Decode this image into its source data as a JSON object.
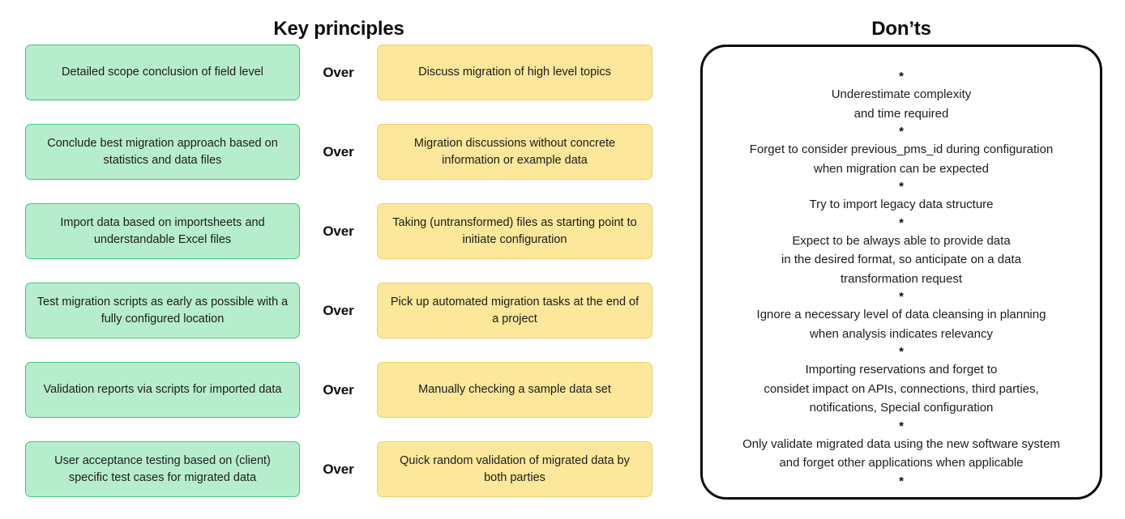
{
  "key_principles": {
    "title": "Key principles",
    "over_label": "Over",
    "rows": [
      {
        "do": "Detailed scope conclusion of field level",
        "over": "Over",
        "dont": "Discuss migration of high level topics"
      },
      {
        "do": "Conclude best migration approach based on statistics and data files",
        "over": "Over",
        "dont": "Migration discussions without concrete information or example data"
      },
      {
        "do": "Import data based on importsheets and understandable Excel files",
        "over": "Over",
        "dont": "Taking (untransformed) files as starting point to initiate configuration"
      },
      {
        "do": "Test migration scripts as early as possible with a fully configured location",
        "over": "Over",
        "dont": "Pick up automated migration tasks at the end of a project"
      },
      {
        "do": "Validation reports via scripts for imported data",
        "over": "Over",
        "dont": "Manually checking a sample data set"
      },
      {
        "do": "User acceptance testing based on (client) specific test cases for migrated data",
        "over": "Over",
        "dont": "Quick random validation of migrated data by both parties"
      }
    ]
  },
  "donts": {
    "title": "Don’ts",
    "separator": "*",
    "items": [
      "Underestimate complexity\nand time required",
      "Forget to consider previous_pms_id during configuration\nwhen migration can be expected",
      "Try to import legacy data structure",
      "Expect to be always able to provide data\nin the desired format, so anticipate on a data\ntransformation request",
      "Ignore a necessary level of data cleansing in planning\nwhen analysis indicates relevancy",
      "Importing reservations and forget to\nconsidet impact on APIs, connections, third parties,\nnotifications, Special configuration",
      "Only validate migrated data using the new software system\nand forget other applications when applicable"
    ]
  },
  "colors": {
    "do_fill": "#b6eecd",
    "do_border": "#3fc77b",
    "dont_fill": "#fce79a",
    "dont_border": "#f2cf66",
    "panel_border": "#0a0a0a",
    "text": "#1c1c1c",
    "background": "#ffffff"
  }
}
